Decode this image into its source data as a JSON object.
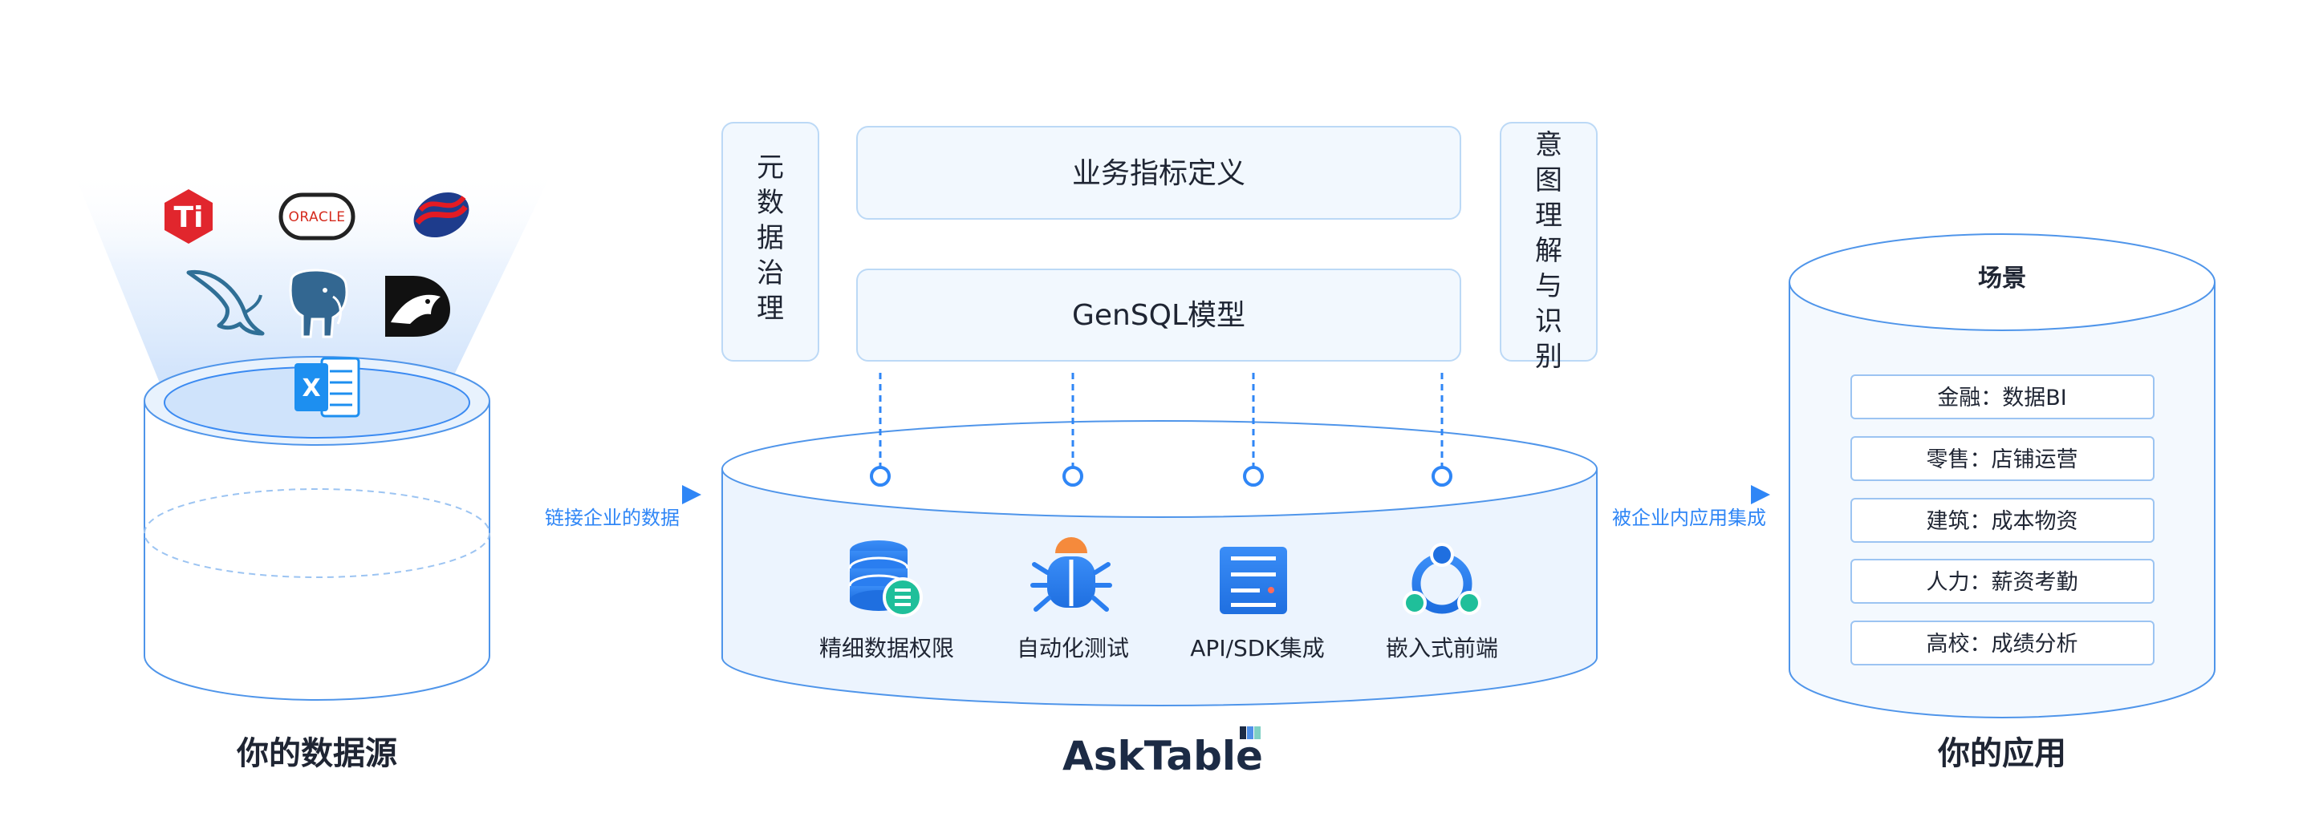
{
  "colors": {
    "accent": "#2f86f6",
    "line": "#6aa6ee",
    "box_fill": "#f2f8fe",
    "box_border": "#bcd9f6",
    "text": "#1f2533",
    "label_blue": "#2f86f6",
    "logo_dark": "#1c2b45"
  },
  "sources": {
    "title": "你的数据源",
    "logos": [
      {
        "name": "tidb-logo",
        "text": "Ti"
      },
      {
        "name": "oracle-logo",
        "text": "ORACLE"
      },
      {
        "name": "sybase-logo",
        "text": ""
      },
      {
        "name": "mysql-dolphin-logo",
        "text": ""
      },
      {
        "name": "postgresql-elephant-logo",
        "text": ""
      },
      {
        "name": "doris-logo",
        "text": ""
      },
      {
        "name": "excel-logo",
        "text": "X"
      }
    ]
  },
  "arrows": {
    "left_label": "链接企业的数据",
    "right_label": "被企业内应用集成"
  },
  "core": {
    "left_vertical": "元数据治理",
    "right_vertical": "意图理解与识别",
    "top_box": "业务指标定义",
    "middle_box": "GenSQL模型",
    "features": [
      {
        "label": "精细数据权限",
        "icon": "database-list-icon"
      },
      {
        "label": "自动化测试",
        "icon": "bug-icon"
      },
      {
        "label": "API/SDK集成",
        "icon": "server-icon"
      },
      {
        "label": "嵌入式前端",
        "icon": "share-nodes-icon"
      }
    ],
    "brand": "AskTable"
  },
  "apps": {
    "header": "场景",
    "title": "你的应用",
    "items": [
      "金融：数据BI",
      "零售：店铺运营",
      "建筑：成本物资",
      "人力：薪资考勤",
      "高校：成绩分析"
    ]
  }
}
